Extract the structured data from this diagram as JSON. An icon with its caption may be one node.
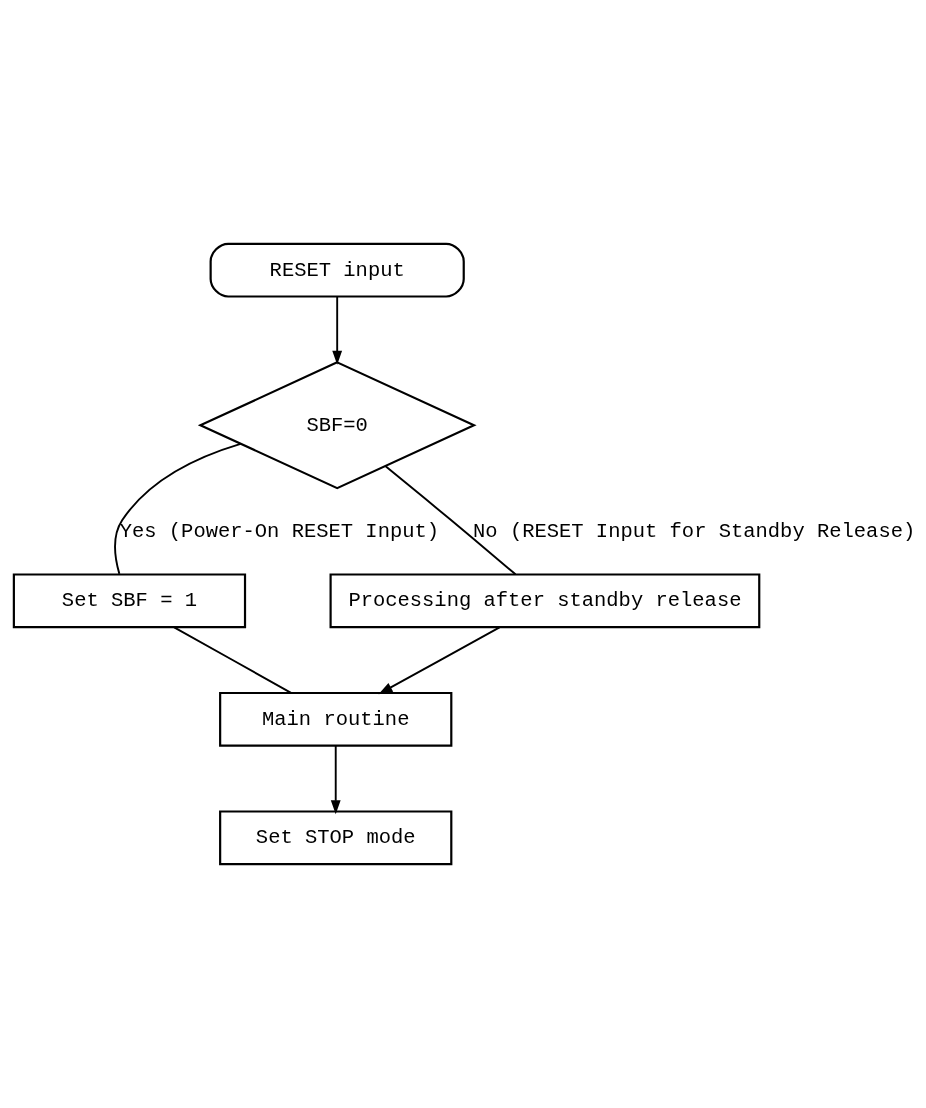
{
  "diagram": {
    "nodes": [
      {
        "text": [
          "RESET input"
        ]
      },
      {
        "text": [
          "SBF=0"
        ]
      },
      {
        "text": [
          "Set SBF = 1"
        ]
      },
      {
        "text": [
          "Processing after standby release"
        ]
      },
      {
        "text": [
          "Main routine"
        ]
      },
      {
        "text": [
          "Set STOP mode"
        ]
      }
    ],
    "edges": [
      {
        "from": 0,
        "to": 1,
        "arrow": "to"
      },
      {
        "from": 1,
        "to": 2,
        "arrow": "none",
        "label": "Yes (Power-On RESET Input)"
      },
      {
        "from": 1,
        "to": 3,
        "arrow": "none",
        "label": "No (RESET Input for Standby Release)"
      },
      {
        "from": 2,
        "to": 4,
        "arrow": "none"
      },
      {
        "from": 3,
        "to": 4,
        "arrow": "to"
      },
      {
        "from": 4,
        "to": 5,
        "arrow": "to"
      }
    ]
  }
}
